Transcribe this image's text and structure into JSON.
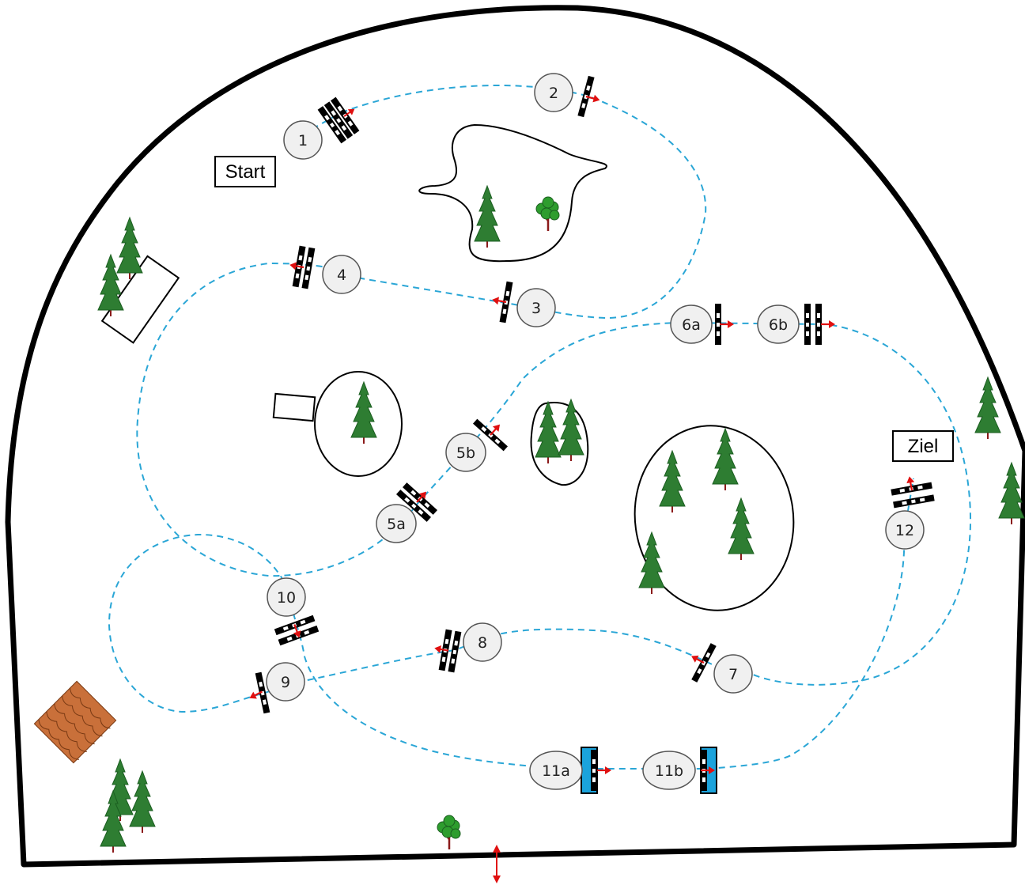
{
  "course": {
    "start_label": "Start",
    "finish_label": "Ziel",
    "obstacles": [
      {
        "label": "1",
        "type": "triple-bar"
      },
      {
        "label": "2",
        "type": "vertical"
      },
      {
        "label": "3",
        "type": "vertical"
      },
      {
        "label": "4",
        "type": "oxer"
      },
      {
        "label": "5a",
        "type": "oxer"
      },
      {
        "label": "5b",
        "type": "vertical"
      },
      {
        "label": "6a",
        "type": "vertical"
      },
      {
        "label": "6b",
        "type": "oxer"
      },
      {
        "label": "7",
        "type": "vertical"
      },
      {
        "label": "8",
        "type": "oxer"
      },
      {
        "label": "9",
        "type": "vertical"
      },
      {
        "label": "10",
        "type": "oxer"
      },
      {
        "label": "11a",
        "type": "water"
      },
      {
        "label": "11b",
        "type": "water"
      },
      {
        "label": "12",
        "type": "oxer"
      }
    ]
  },
  "colors": {
    "route": "#2aa6d6",
    "arrow": "#e01010",
    "water": "#1ba3dc",
    "tree": "#2e7d32",
    "trunk": "#8b1a1a",
    "roof": "#c9703a"
  },
  "icons": [
    "conifer-tree-icon",
    "deciduous-tree-icon",
    "roof-icon",
    "gate-arrow-icon"
  ]
}
